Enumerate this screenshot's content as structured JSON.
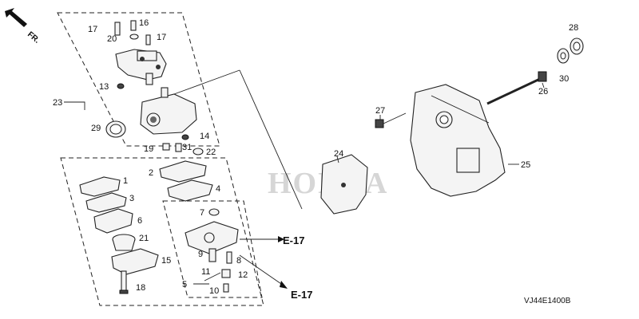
{
  "direction_label": "FR.",
  "watermark": "HONDA",
  "diagram_code": "VJ44E1400B",
  "refs": {
    "e17_upper": "E-17",
    "e17_lower": "E-17"
  },
  "callouts": {
    "c1": "1",
    "c2": "2",
    "c3": "3",
    "c4": "4",
    "c5": "5",
    "c6": "6",
    "c7": "7",
    "c8": "8",
    "c9": "9",
    "c10": "10",
    "c11": "11",
    "c12": "12",
    "c13": "13",
    "c14": "14",
    "c15": "15",
    "c16": "16",
    "c17a": "17",
    "c17b": "17",
    "c18": "18",
    "c19": "19",
    "c20": "20",
    "c21": "21",
    "c22": "22",
    "c23": "23",
    "c24": "24",
    "c25": "25",
    "c26": "26",
    "c27": "27",
    "c28": "28",
    "c29": "29",
    "c30": "30",
    "c31": "31"
  }
}
